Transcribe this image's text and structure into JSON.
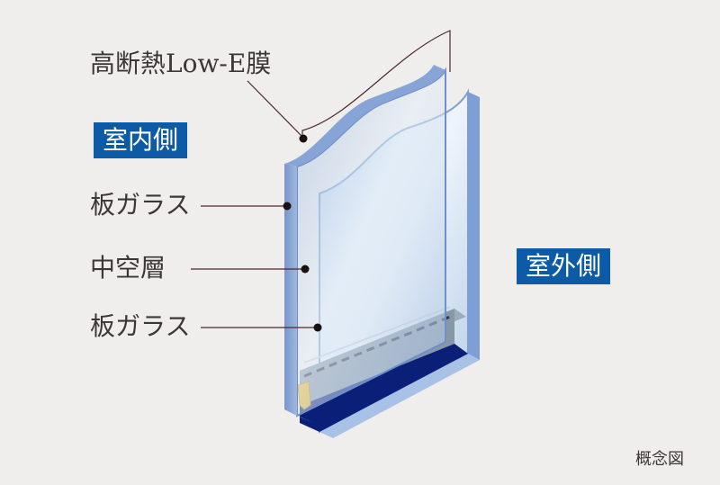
{
  "labels": {
    "lowe_film": "高断熱Low-E膜",
    "glass_inner": "板ガラス",
    "air_layer": "中空層",
    "glass_outer": "板ガラス"
  },
  "tags": {
    "indoor": "室内側",
    "outdoor": "室外側"
  },
  "note": "概念図",
  "colors": {
    "background": "#f0eeec",
    "tag": "#0d5aa7",
    "glass_edge": "#6f8fca",
    "glass_face": "#bcd3ea",
    "spacer_dark": "#0a1f78",
    "spacer_grey": "#8a9aab",
    "sealant": "#e6b430",
    "leader": "#4a2a2a"
  }
}
